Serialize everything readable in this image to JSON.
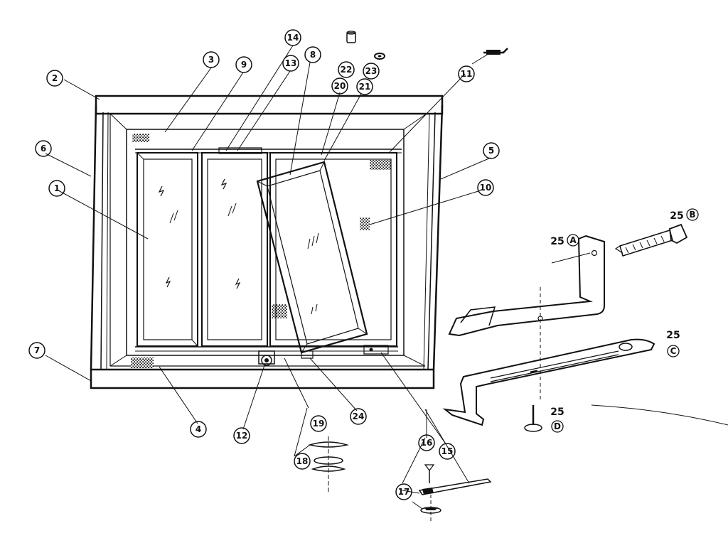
{
  "diagram": {
    "callouts": [
      "1",
      "2",
      "3",
      "4",
      "5",
      "6",
      "7",
      "8",
      "9",
      "10",
      "11",
      "12",
      "13",
      "14",
      "15",
      "16",
      "17",
      "18",
      "19",
      "20",
      "21",
      "22",
      "23",
      "24"
    ],
    "part_25": {
      "number": "25",
      "variants": [
        "A",
        "B",
        "C",
        "D"
      ]
    }
  }
}
